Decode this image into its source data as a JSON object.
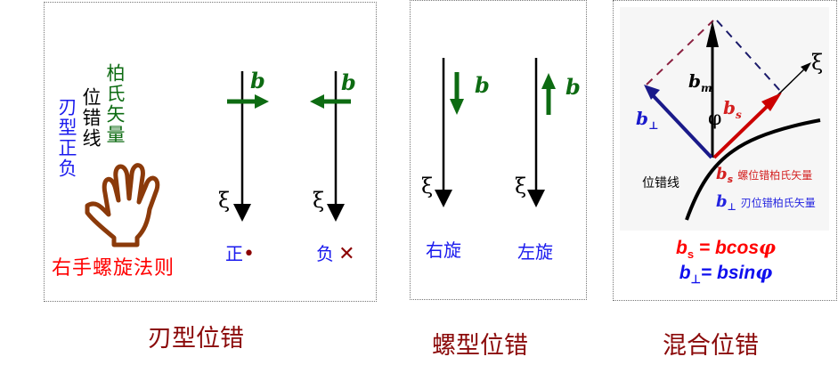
{
  "panels": {
    "edge": {
      "caption": "刃型位错",
      "vertical_labels": {
        "edge_sign": "刃型正负",
        "dislocation_line": "位错线",
        "burgers_vector": "柏氏矢量"
      },
      "hand_icon": "right-hand-icon",
      "rule_label": "右手螺旋法则",
      "diagrams": [
        {
          "b_label": "b",
          "xi_label": "ξ",
          "b_direction": "right",
          "sign_label": "正",
          "sign_symbol": "•"
        },
        {
          "b_label": "b",
          "xi_label": "ξ",
          "b_direction": "left",
          "sign_label": "负",
          "sign_symbol": "✕"
        }
      ]
    },
    "screw": {
      "caption": "螺型位错",
      "diagrams": [
        {
          "b_label": "b",
          "xi_label": "ξ",
          "b_direction": "down",
          "handedness": "右旋"
        },
        {
          "b_label": "b",
          "xi_label": "ξ",
          "b_direction": "up",
          "handedness": "左旋"
        }
      ]
    },
    "mixed": {
      "caption": "混合位错",
      "labels": {
        "bm": "b",
        "bm_sub": "m",
        "b_perp": "b",
        "b_perp_sub": "⊥",
        "bs": "b",
        "bs_sub": "s",
        "phi": "φ",
        "xi": "ξ",
        "dislocation_line": "位错线"
      },
      "legend": [
        {
          "symbol": "b",
          "sub": "s",
          "text": "螺位错柏氏矢量",
          "color": "#d42020"
        },
        {
          "symbol": "b",
          "sub": "⊥",
          "text": "刃位错柏氏矢量",
          "color": "#2424e0"
        }
      ],
      "formulas": [
        {
          "lhs": "b",
          "lhs_sub": "s",
          "rhs": " = bcos",
          "phi": "φ",
          "color": "#ff0000"
        },
        {
          "lhs": "b",
          "lhs_sub": "⊥",
          "rhs": "= bsin",
          "phi": "φ",
          "color": "#1010ee"
        }
      ]
    }
  },
  "colors": {
    "green_vector": "#0d6b12",
    "caption": "#8b0a0a",
    "hand": "#8b3a0a",
    "red": "#ff0000",
    "blue": "#1a1aee",
    "dark_red": "#8b0000"
  }
}
